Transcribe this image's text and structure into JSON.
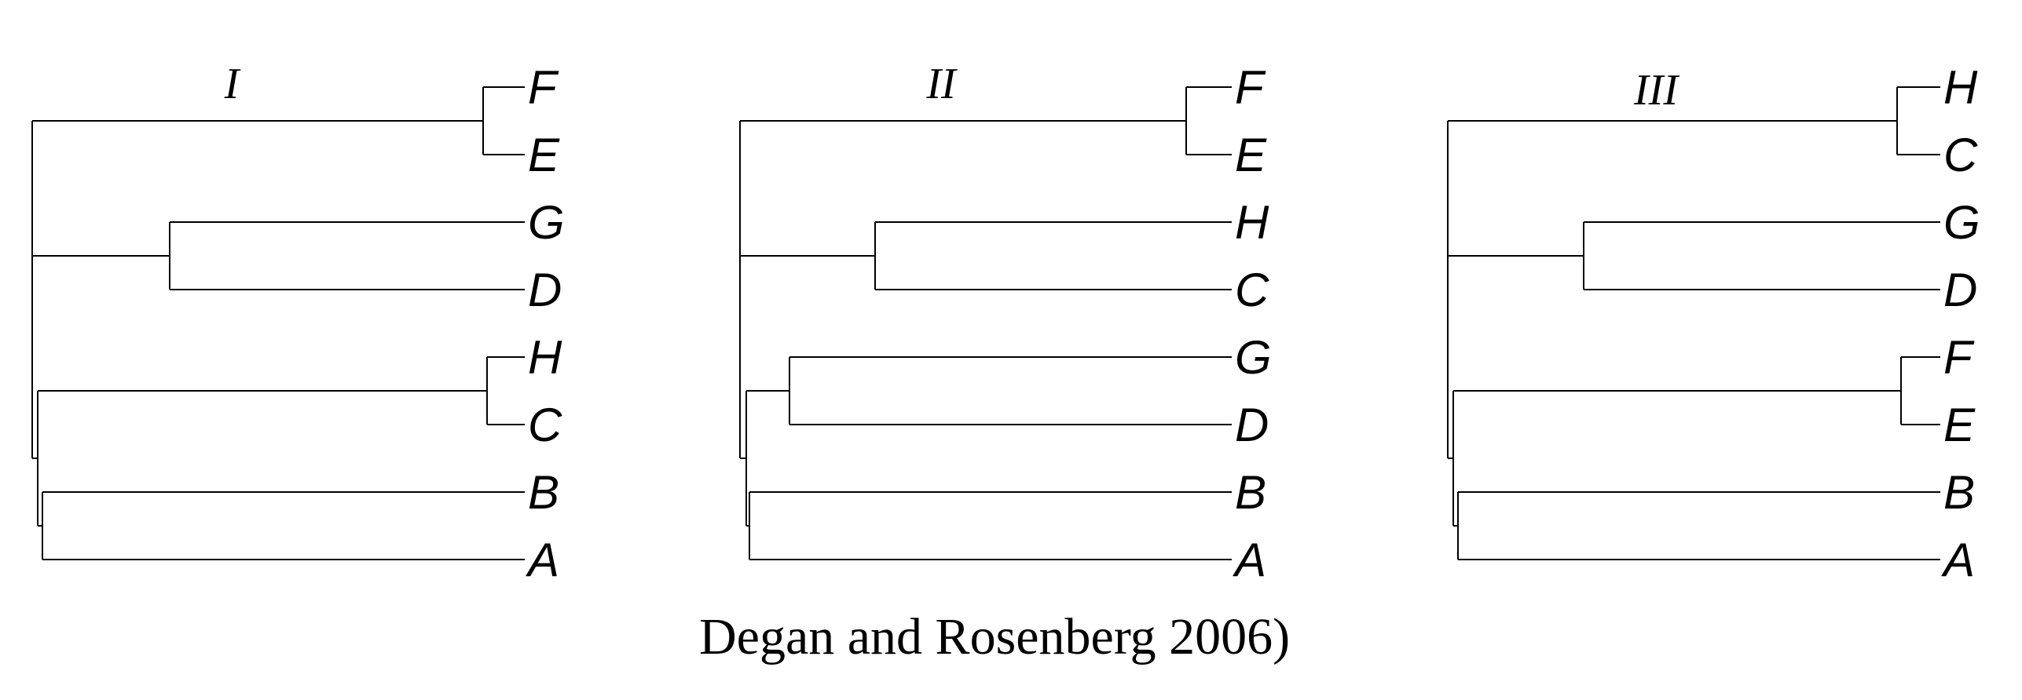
{
  "trees": [
    {
      "title": "I",
      "leaves": [
        "F",
        "E",
        "G",
        "D",
        "H",
        "C",
        "B",
        "A"
      ],
      "newick": "((F,E),(G,D),((H,C),(B,A)))"
    },
    {
      "title": "II",
      "leaves": [
        "F",
        "E",
        "H",
        "C",
        "G",
        "D",
        "B",
        "A"
      ],
      "newick": "((F,E),(H,C),((G,D),(B,A)))"
    },
    {
      "title": "III",
      "leaves": [
        "H",
        "C",
        "G",
        "D",
        "F",
        "E",
        "B",
        "A"
      ],
      "newick": "((H,C),(G,D),((F,E),(B,A)))"
    }
  ],
  "caption": "Degan and Rosenberg 2006)"
}
